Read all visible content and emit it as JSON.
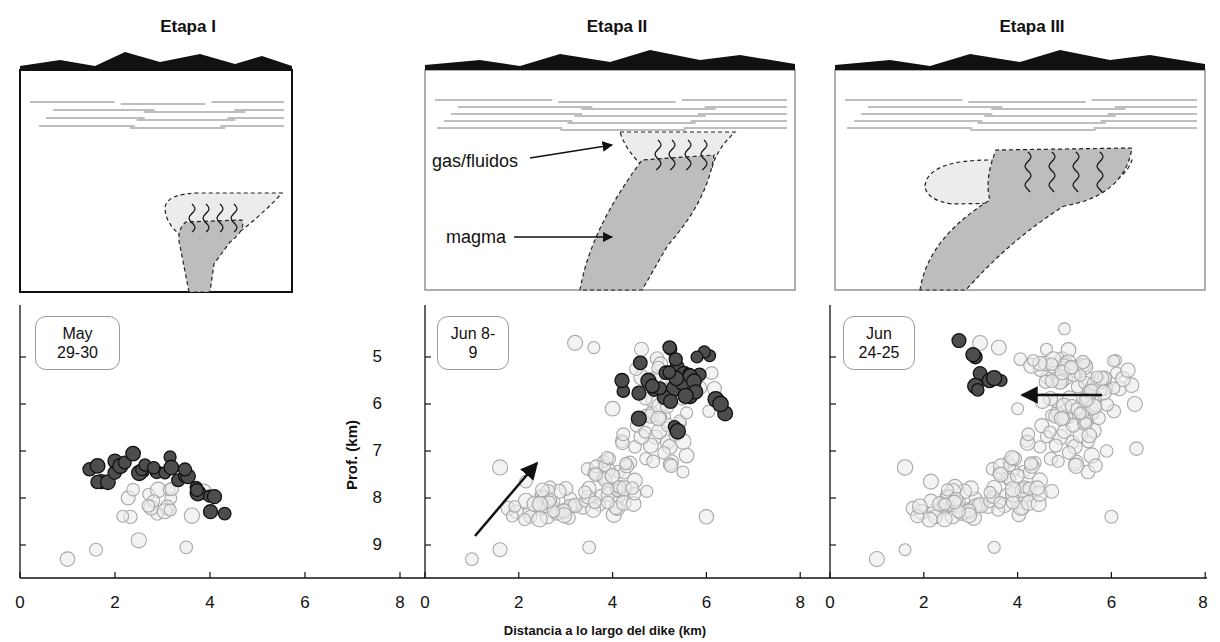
{
  "diagram": {
    "nodes": [
      {
        "text": [
          "May 29-30"
        ]
      },
      {
        "text": [
          "Jun 8-9"
        ]
      },
      {
        "text": [
          "Jun 24-25"
        ]
      }
    ],
    "labels": [
      "Etapa I",
      "Etapa II",
      "Etapa III",
      "gas/fluidos",
      "magma",
      "Prof. (km)",
      "5",
      "6",
      "7",
      "8",
      "9",
      "0",
      "2",
      "4",
      "6",
      "8",
      "0",
      "2",
      "4",
      "6",
      "8",
      "0",
      "2",
      "4",
      "6",
      "8",
      "Distancia a lo largo del dike (km)"
    ]
  }
}
